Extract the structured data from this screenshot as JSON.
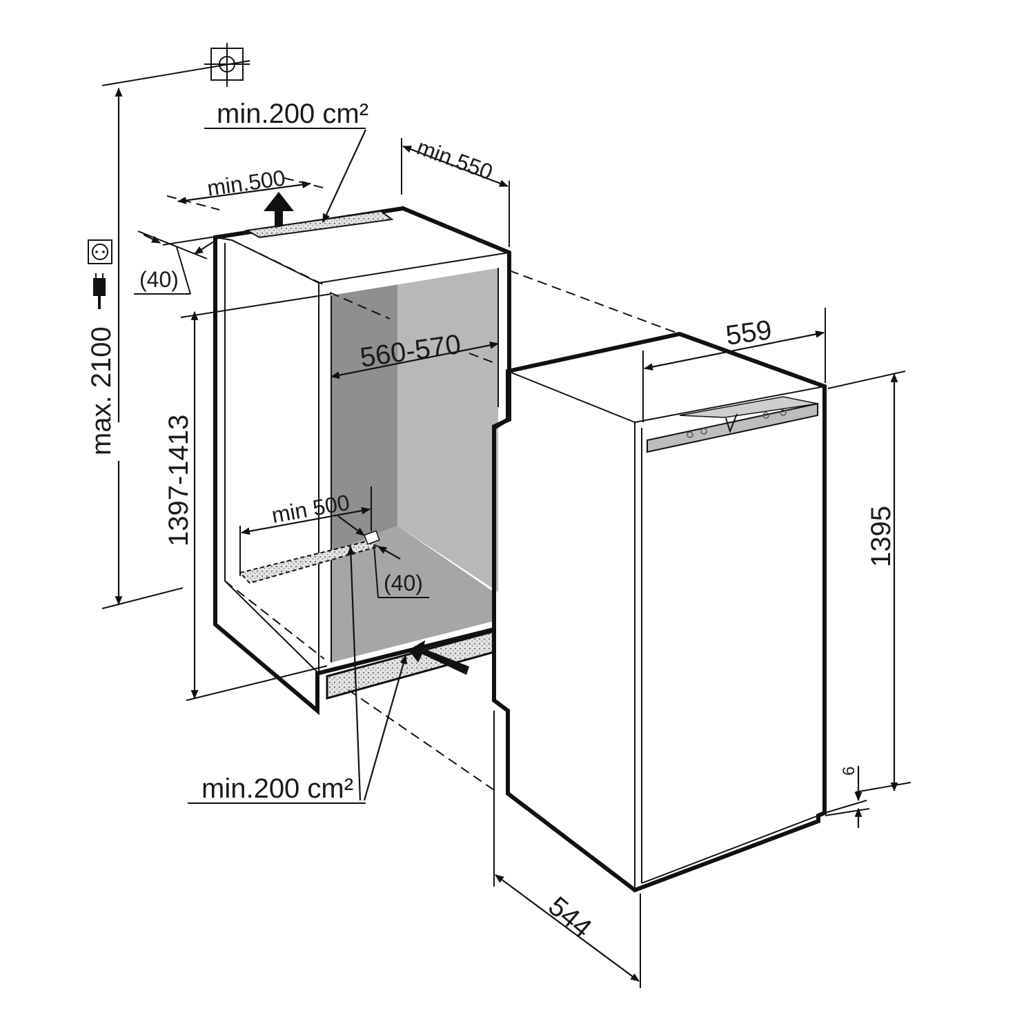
{
  "diagram": {
    "colors": {
      "line": "#111111",
      "niche_wall_dark": "#8f8f8f",
      "niche_wall_light": "#b8b8b8",
      "niche_floor": "#a6a6a6",
      "vent_grille": "#d9d9d9",
      "background": "#ffffff"
    },
    "labels": {
      "top_vent_area": "min.200 cm²",
      "top_vent_width": "min.500",
      "niche_depth": "min.550",
      "rear_gap_top": "(40)",
      "niche_height_total": "max. 2100",
      "niche_height": "1397-1413",
      "niche_width": "560-570",
      "bottom_vent_width": "min 500",
      "rear_gap_bottom": "(40)",
      "bottom_vent_area": "min.200 cm²",
      "appliance_width": "559",
      "appliance_height": "1395",
      "appliance_depth": "544",
      "plinth_gap": "6"
    },
    "icons": {
      "plumb": "plumb-level-icon",
      "socket": "power-socket-icon",
      "plug": "power-plug-icon"
    }
  }
}
